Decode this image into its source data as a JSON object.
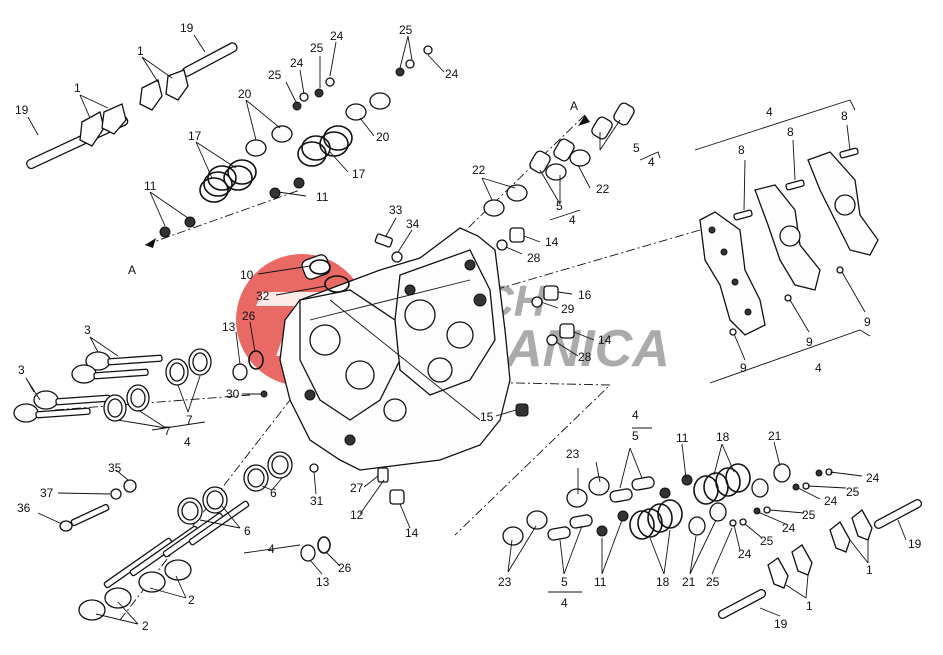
{
  "diagram": {
    "watermark": {
      "line1": "TECNICH",
      "line2": "MECCANICA",
      "color": "#e0302a"
    },
    "callouts": [
      {
        "id": "c19a",
        "text": "19"
      },
      {
        "id": "c1a",
        "text": "1"
      },
      {
        "id": "c24a",
        "text": "24"
      },
      {
        "id": "c25a",
        "text": "25"
      },
      {
        "id": "c24b",
        "text": "24"
      },
      {
        "id": "c25b",
        "text": "25"
      },
      {
        "id": "c25c",
        "text": "25"
      },
      {
        "id": "c24c",
        "text": "24"
      },
      {
        "id": "c19b",
        "text": "19"
      },
      {
        "id": "c1b",
        "text": "1"
      },
      {
        "id": "c20a",
        "text": "20"
      },
      {
        "id": "c20b",
        "text": "20"
      },
      {
        "id": "c17a",
        "text": "17"
      },
      {
        "id": "c17b",
        "text": "17"
      },
      {
        "id": "c11a",
        "text": "11"
      },
      {
        "id": "c11b",
        "text": "11"
      },
      {
        "id": "cAa",
        "text": "A"
      },
      {
        "id": "cAb",
        "text": "A"
      },
      {
        "id": "c5a",
        "text": "5"
      },
      {
        "id": "c4a",
        "text": "4"
      },
      {
        "id": "c22a",
        "text": "22"
      },
      {
        "id": "c22b",
        "text": "22"
      },
      {
        "id": "c5b",
        "text": "5"
      },
      {
        "id": "c4b",
        "text": "4"
      },
      {
        "id": "c33",
        "text": "33"
      },
      {
        "id": "c34",
        "text": "34"
      },
      {
        "id": "c14a",
        "text": "14"
      },
      {
        "id": "c28a",
        "text": "28"
      },
      {
        "id": "c16",
        "text": "16"
      },
      {
        "id": "c29",
        "text": "29"
      },
      {
        "id": "c14b",
        "text": "14"
      },
      {
        "id": "c28b",
        "text": "28"
      },
      {
        "id": "c10",
        "text": "10"
      },
      {
        "id": "c32",
        "text": "32"
      },
      {
        "id": "c13a",
        "text": "13"
      },
      {
        "id": "c26a",
        "text": "26"
      },
      {
        "id": "c4top",
        "text": "4"
      },
      {
        "id": "c8a",
        "text": "8"
      },
      {
        "id": "c8b",
        "text": "8"
      },
      {
        "id": "c8c",
        "text": "8"
      },
      {
        "id": "c9a",
        "text": "9"
      },
      {
        "id": "c9b",
        "text": "9"
      },
      {
        "id": "c9c",
        "text": "9"
      },
      {
        "id": "c4bot",
        "text": "4"
      },
      {
        "id": "c3a",
        "text": "3"
      },
      {
        "id": "c3b",
        "text": "3"
      },
      {
        "id": "c7a",
        "text": "7"
      },
      {
        "id": "c7b",
        "text": "7"
      },
      {
        "id": "c4c",
        "text": "4"
      },
      {
        "id": "c30",
        "text": "30"
      },
      {
        "id": "c15",
        "text": "15"
      },
      {
        "id": "c35",
        "text": "35"
      },
      {
        "id": "c37",
        "text": "37"
      },
      {
        "id": "c36",
        "text": "36"
      },
      {
        "id": "c31",
        "text": "31"
      },
      {
        "id": "c27",
        "text": "27"
      },
      {
        "id": "c12",
        "text": "12"
      },
      {
        "id": "c14c",
        "text": "14"
      },
      {
        "id": "c6a",
        "text": "6"
      },
      {
        "id": "c6b",
        "text": "6"
      },
      {
        "id": "c4d",
        "text": "4"
      },
      {
        "id": "c13b",
        "text": "13"
      },
      {
        "id": "c26b",
        "text": "26"
      },
      {
        "id": "c2a",
        "text": "2"
      },
      {
        "id": "c2b",
        "text": "2"
      },
      {
        "id": "c4e",
        "text": "4"
      },
      {
        "id": "c5c",
        "text": "5"
      },
      {
        "id": "c11c",
        "text": "11"
      },
      {
        "id": "c18a",
        "text": "18"
      },
      {
        "id": "c21a",
        "text": "21"
      },
      {
        "id": "c23a",
        "text": "23"
      },
      {
        "id": "c24d",
        "text": "24"
      },
      {
        "id": "c25d",
        "text": "25"
      },
      {
        "id": "c24e",
        "text": "24"
      },
      {
        "id": "c25e",
        "text": "25"
      },
      {
        "id": "c24f",
        "text": "24"
      },
      {
        "id": "c25f",
        "text": "25"
      },
      {
        "id": "c24g",
        "text": "24"
      },
      {
        "id": "c19c",
        "text": "19"
      },
      {
        "id": "c1c",
        "text": "1"
      },
      {
        "id": "c23b",
        "text": "23"
      },
      {
        "id": "c5d",
        "text": "5"
      },
      {
        "id": "c4f",
        "text": "4"
      },
      {
        "id": "c11d",
        "text": "11"
      },
      {
        "id": "c18b",
        "text": "18"
      },
      {
        "id": "c21b",
        "text": "21"
      },
      {
        "id": "c25g",
        "text": "25"
      },
      {
        "id": "c1d",
        "text": "1"
      },
      {
        "id": "c19d",
        "text": "19"
      }
    ]
  }
}
